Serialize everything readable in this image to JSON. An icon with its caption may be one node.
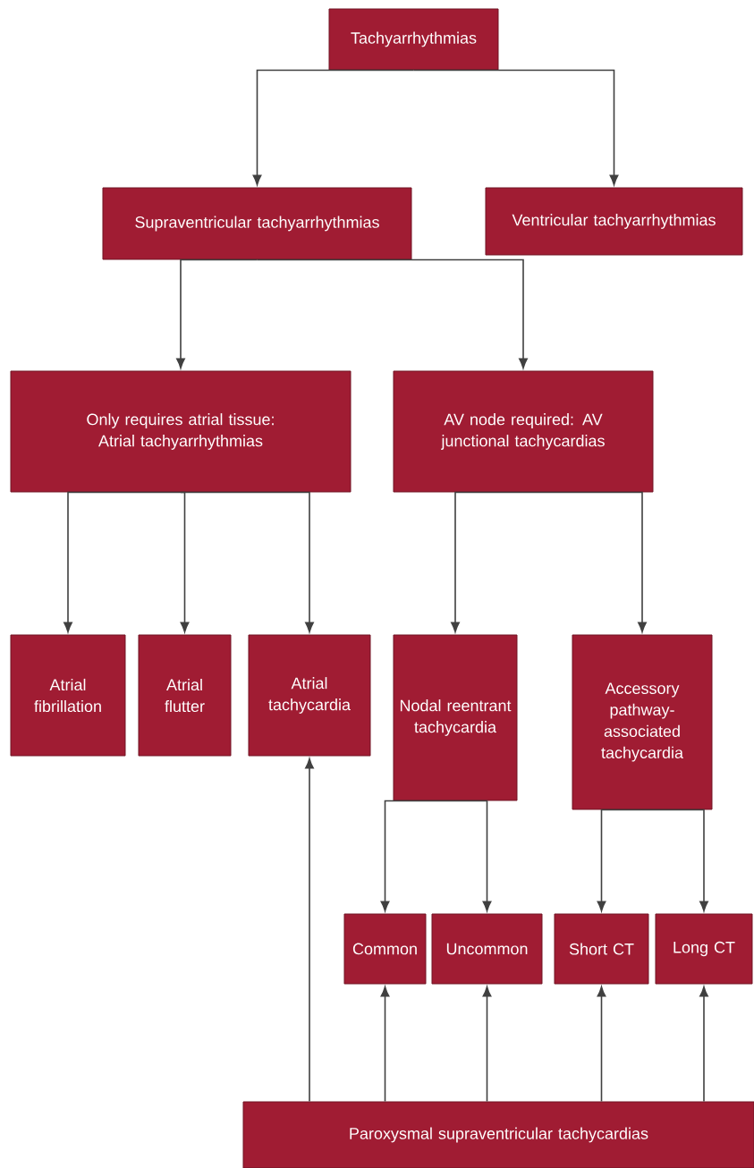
{
  "diagram": {
    "nodes": [
      {
        "text": [
          "Tachyarrhythmias"
        ]
      },
      {
        "text": [
          "Supraventricular tachyarrhythmias"
        ]
      },
      {
        "text": [
          "Ventricular tachyarrhythmias"
        ]
      },
      {
        "text": [
          "Only requires atrial tissue: Atrial tachyarrhythmias"
        ]
      },
      {
        "text": [
          "AV node required: AV junctional tachycardias"
        ]
      },
      {
        "text": [
          "Atrial fibrillation"
        ]
      },
      {
        "text": [
          "Atrial flutter"
        ]
      },
      {
        "text": [
          "Atrial tachycardia"
        ]
      },
      {
        "text": [
          "Nodal reentrant tachycardia"
        ]
      },
      {
        "text": [
          "Accessory pathway-associated tachycardia"
        ]
      },
      {
        "text": [
          "Common"
        ]
      },
      {
        "text": [
          "Uncommon"
        ]
      },
      {
        "text": [
          "Short CT"
        ]
      },
      {
        "text": [
          "Long CT"
        ]
      },
      {
        "text": [
          "Paroxysmal supraventricular tachycardias"
        ]
      }
    ],
    "edges": [
      {
        "from": 0,
        "to": 1,
        "arrow": "to"
      },
      {
        "from": 0,
        "to": 2,
        "arrow": "to"
      },
      {
        "from": 1,
        "to": 3,
        "arrow": "to"
      },
      {
        "from": 1,
        "to": 4,
        "arrow": "to"
      },
      {
        "from": 3,
        "to": 5,
        "arrow": "to"
      },
      {
        "from": 3,
        "to": 6,
        "arrow": "to"
      },
      {
        "from": 3,
        "to": 7,
        "arrow": "to"
      },
      {
        "from": 4,
        "to": 8,
        "arrow": "to"
      },
      {
        "from": 4,
        "to": 9,
        "arrow": "to"
      },
      {
        "from": 8,
        "to": 10,
        "arrow": "to"
      },
      {
        "from": 8,
        "to": 11,
        "arrow": "to"
      },
      {
        "from": 9,
        "to": 12,
        "arrow": "to"
      },
      {
        "from": 9,
        "to": 13,
        "arrow": "to"
      },
      {
        "from": 14,
        "to": 7,
        "arrow": "to"
      },
      {
        "from": 14,
        "to": 10,
        "arrow": "to"
      },
      {
        "from": 14,
        "to": 11,
        "arrow": "to"
      },
      {
        "from": 14,
        "to": 12,
        "arrow": "to"
      },
      {
        "from": 14,
        "to": 13,
        "arrow": "to"
      }
    ]
  }
}
